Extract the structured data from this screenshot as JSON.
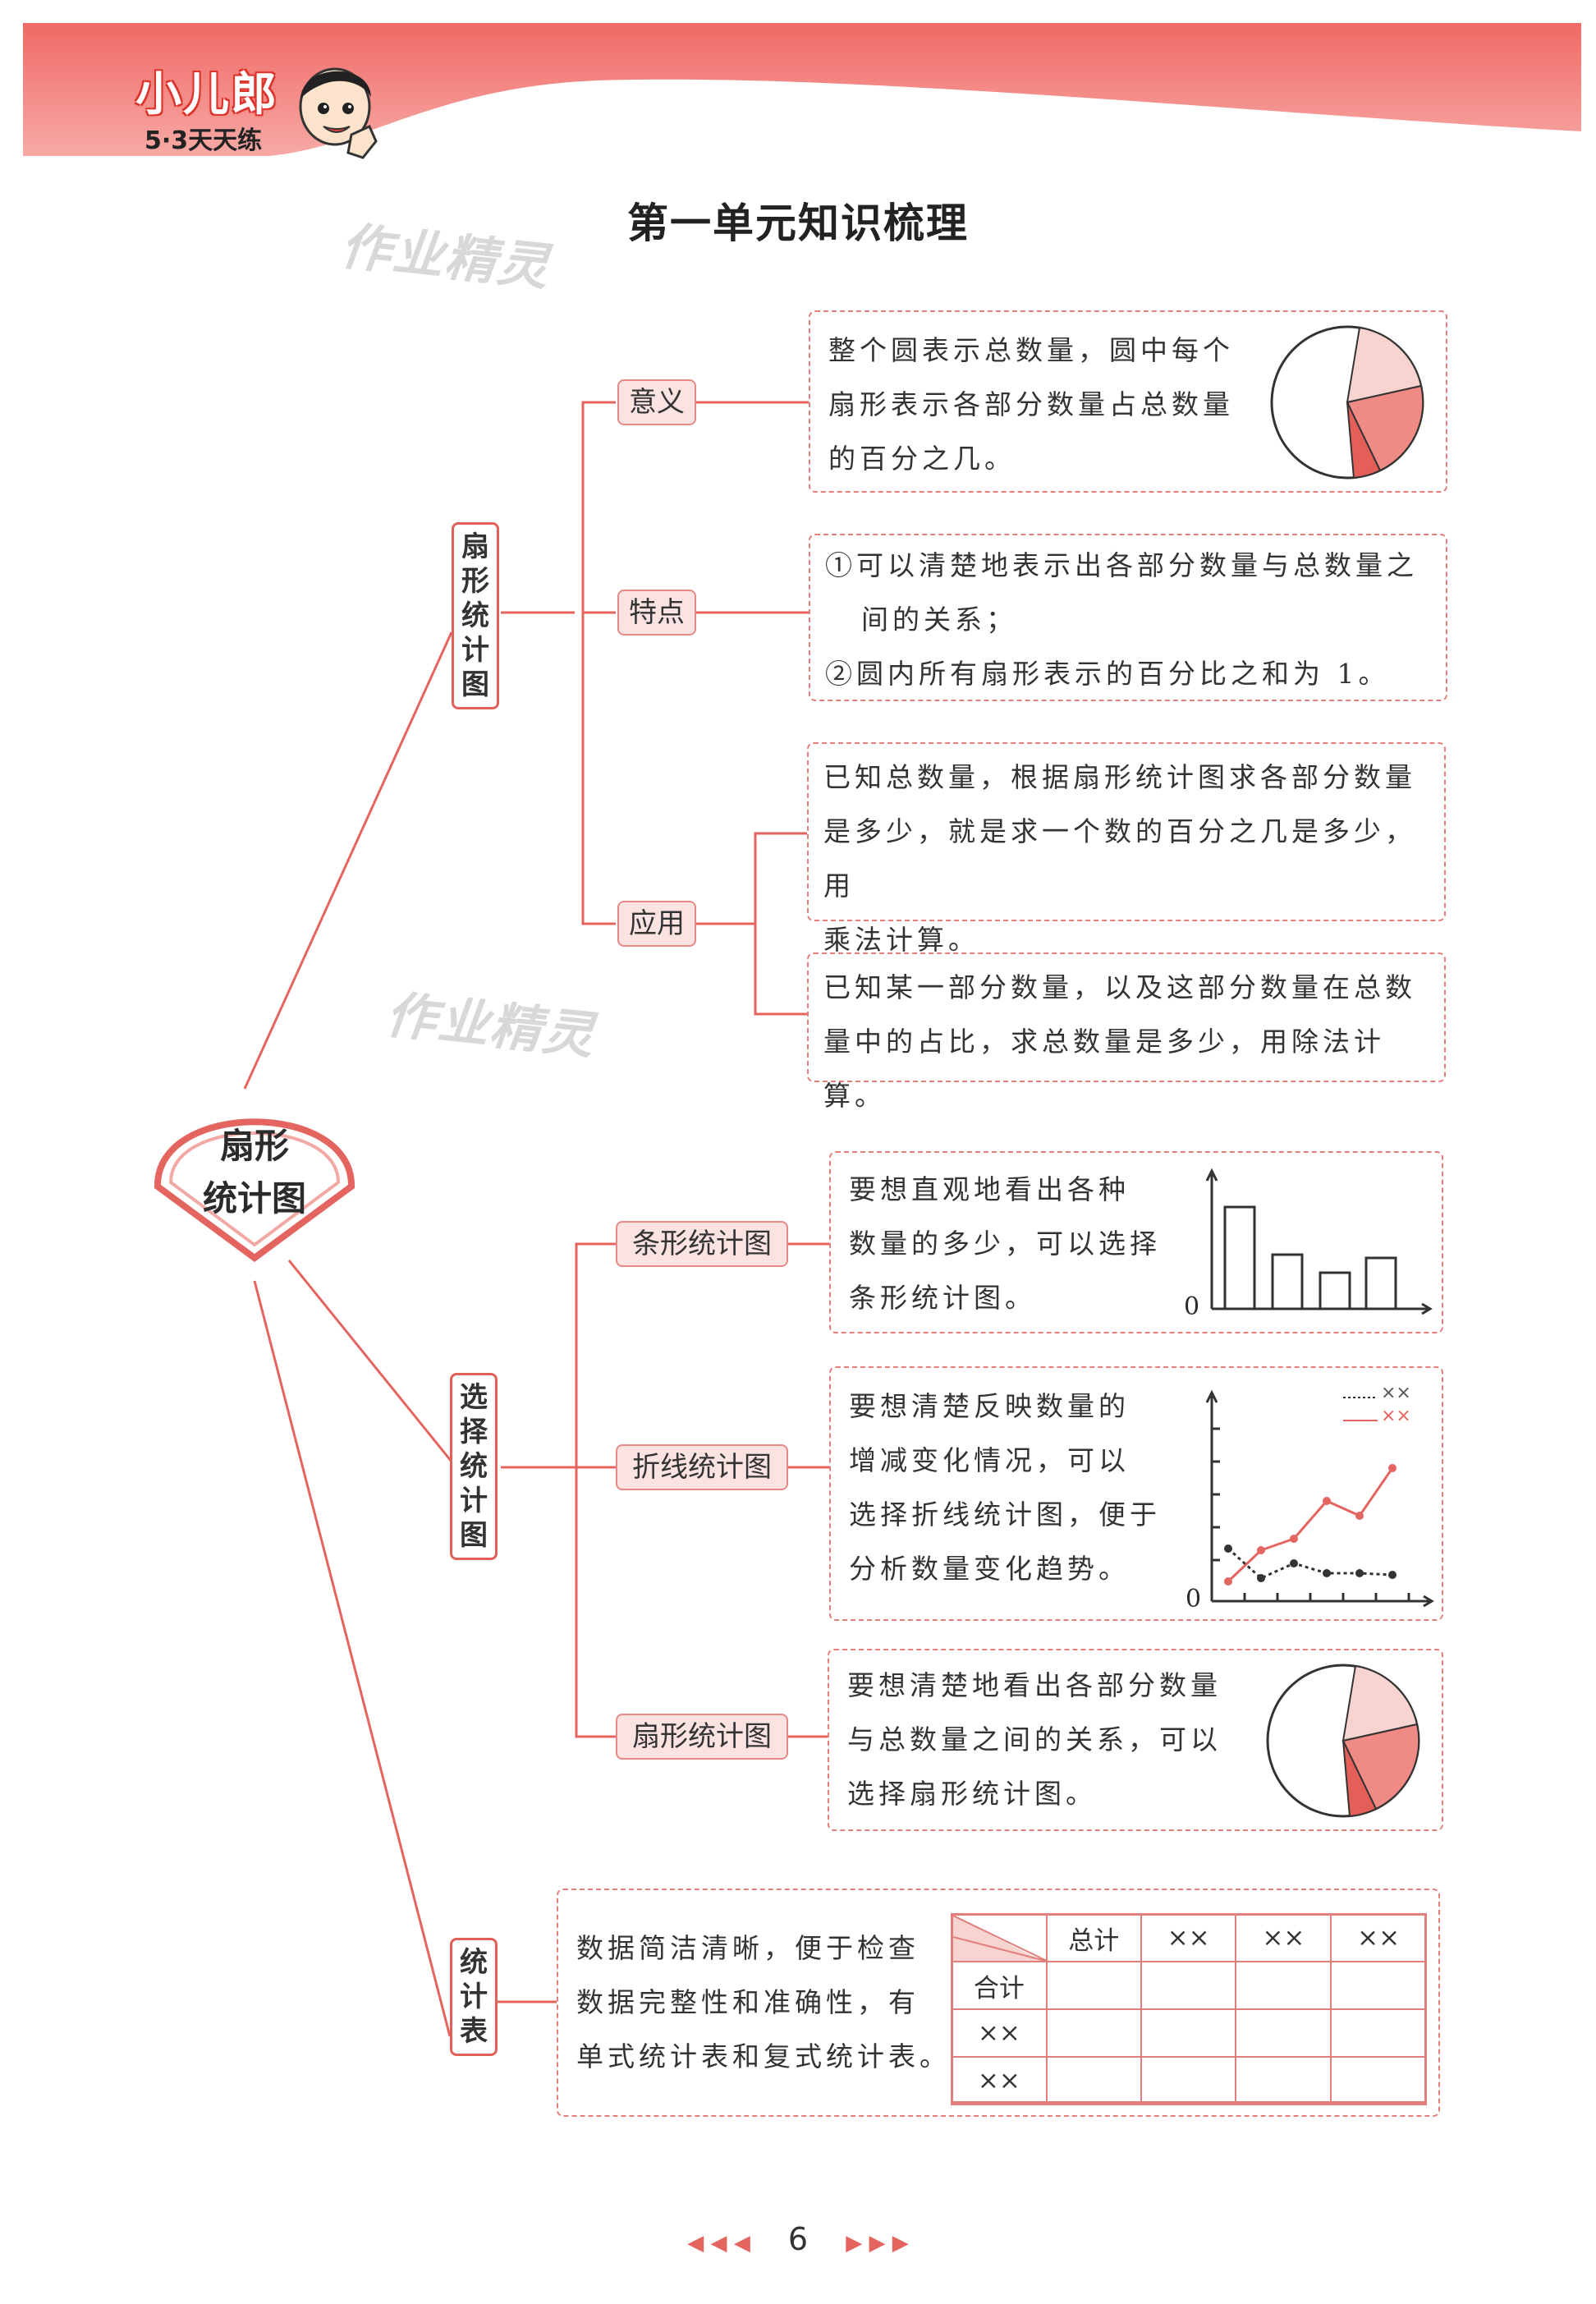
{
  "header": {
    "brand": "小儿郎",
    "series": "5·3天天练",
    "title": "第一单元知识梳理",
    "watermark": "作业精灵"
  },
  "root": {
    "line1": "扇形",
    "line2": "统计图"
  },
  "branches": [
    {
      "id": "pie-chart",
      "label": [
        "扇",
        "形",
        "统",
        "计",
        "图"
      ],
      "children": [
        {
          "tag": "意义",
          "lines": [
            "整个圆表示总数量，圆中每个",
            "扇形表示各部分数量占总数量",
            "的百分之几。"
          ]
        },
        {
          "tag": "特点",
          "lines": [
            "①可以清楚地表示出各部分数量与总数量之",
            "间的关系；",
            "②圆内所有扇形表示的百分比之和为 1。"
          ]
        },
        {
          "tag": "应用",
          "items": [
            [
              "已知总数量，根据扇形统计图求各部分数量",
              "是多少，就是求一个数的百分之几是多少，用",
              "乘法计算。"
            ],
            [
              "已知某一部分数量，以及这部分数量在总数",
              "量中的占比，求总数量是多少，用除法计算。"
            ]
          ]
        }
      ]
    },
    {
      "id": "choose-chart",
      "label": [
        "选",
        "择",
        "统",
        "计",
        "图"
      ],
      "children": [
        {
          "tag": "条形统计图",
          "lines": [
            "要想直观地看出各种",
            "数量的多少，可以选择",
            "条形统计图。"
          ]
        },
        {
          "tag": "折线统计图",
          "lines": [
            "要想清楚反映数量的",
            "增减变化情况，可以",
            "选择折线统计图，便于",
            "分析数量变化趋势。"
          ]
        },
        {
          "tag": "扇形统计图",
          "lines": [
            "要想清楚地看出各部分数量",
            "与总数量之间的关系，可以",
            "选择扇形统计图。"
          ]
        }
      ]
    },
    {
      "id": "stat-table",
      "label": [
        "统",
        "计",
        "表"
      ],
      "lines": [
        "数据简洁清晰，便于检查",
        "数据完整性和准确性，有",
        "单式统计表和复式统计表。"
      ],
      "table": {
        "header": [
          "总计",
          "××",
          "××",
          "××"
        ],
        "rows": [
          [
            "合计",
            "",
            "",
            "",
            ""
          ],
          [
            "××",
            "",
            "",
            "",
            ""
          ],
          [
            "××",
            "",
            "",
            "",
            ""
          ]
        ]
      }
    }
  ],
  "icons": {
    "bar_zero": "0",
    "line_zero": "0",
    "legend_dotted": "××",
    "legend_solid": "××"
  },
  "colors": {
    "accent": "#e4655f",
    "band": "#f06f6c",
    "tag_fill": "#fbe3e1",
    "pie_light": "#f8d4d1",
    "pie_mid": "#ef8a85",
    "pie_dark": "#e35f58"
  },
  "footer": {
    "page": "6"
  }
}
